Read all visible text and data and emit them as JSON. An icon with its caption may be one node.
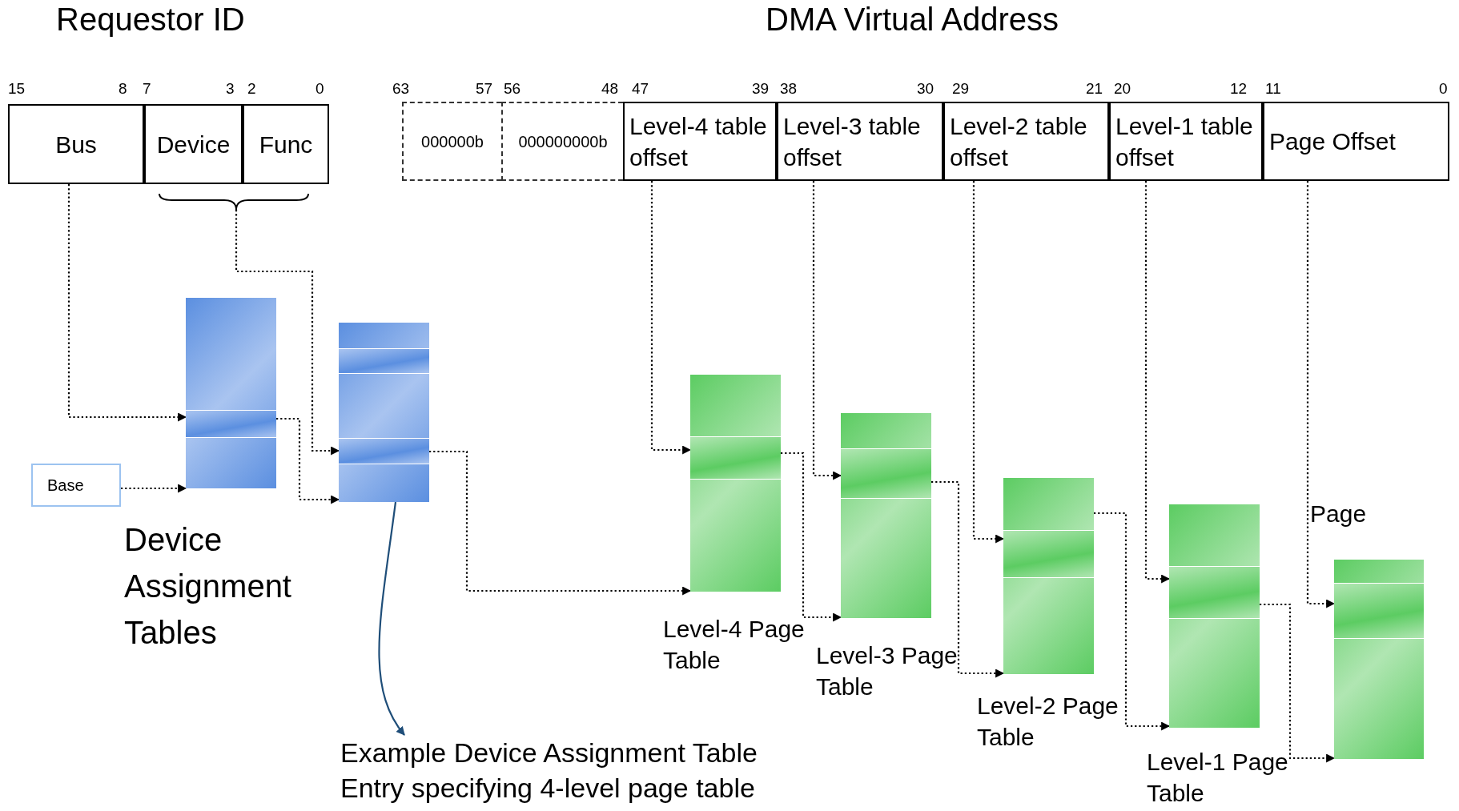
{
  "diagram": {
    "nodes": [
      {
        "text": [
          "Bus"
        ]
      },
      {
        "text": [
          "Device"
        ]
      },
      {
        "text": [
          "Func"
        ]
      },
      {
        "text": [
          "000000b"
        ]
      },
      {
        "text": [
          "000000000b"
        ]
      },
      {
        "text": [
          "Level-4 table offset"
        ]
      },
      {
        "text": [
          "Level-3 table offset"
        ]
      },
      {
        "text": [
          "Level-2 table offset"
        ]
      },
      {
        "text": [
          "Level-1 table offset"
        ]
      },
      {
        "text": [
          "Page Offset"
        ]
      },
      {
        "text": [
          "Base"
        ]
      },
      {
        "text": [],
        "shape": "box",
        "beside": [
          "Device Assignment Tables"
        ]
      },
      {
        "text": [],
        "shape": "box"
      },
      {
        "text": [],
        "shape": "box",
        "beside": [
          "Level-4 Page Table"
        ]
      },
      {
        "text": [],
        "shape": "box",
        "beside": [
          "Level-3 Page Table"
        ]
      },
      {
        "text": [],
        "shape": "box",
        "beside": [
          "Level-2 Page Table"
        ]
      },
      {
        "text": [],
        "shape": "box",
        "beside": [
          "Level-1 Page Table"
        ]
      },
      {
        "text": [],
        "shape": "box",
        "beside": [
          "Page"
        ]
      },
      {
        "text": [
          "Example Device Assignment Table Entry specifying 4-level page table"
        ]
      }
    ],
    "edges": [
      {
        "from": 0,
        "to": 11,
        "arrow": "to",
        "style": "dashed"
      },
      {
        "from": 1,
        "to": 12,
        "arrow": "to",
        "style": "dashed"
      },
      {
        "from": 2,
        "to": 12,
        "arrow": "to",
        "style": "dashed"
      },
      {
        "from": 10,
        "to": 11,
        "arrow": "to",
        "style": "dashed"
      },
      {
        "from": 11,
        "to": 12,
        "arrow": "to",
        "style": "dashed"
      },
      {
        "from": 12,
        "to": 13,
        "arrow": "to",
        "style": "dashed"
      },
      {
        "from": 5,
        "to": 13,
        "arrow": "to",
        "style": "dashed"
      },
      {
        "from": 13,
        "to": 14,
        "arrow": "to",
        "style": "dashed"
      },
      {
        "from": 6,
        "to": 14,
        "arrow": "to",
        "style": "dashed"
      },
      {
        "from": 14,
        "to": 15,
        "arrow": "to",
        "style": "dashed"
      },
      {
        "from": 7,
        "to": 15,
        "arrow": "to",
        "style": "dashed"
      },
      {
        "from": 15,
        "to": 16,
        "arrow": "to",
        "style": "dashed"
      },
      {
        "from": 8,
        "to": 16,
        "arrow": "to",
        "style": "dashed"
      },
      {
        "from": 16,
        "to": 17,
        "arrow": "to",
        "style": "dashed"
      },
      {
        "from": 9,
        "to": 17,
        "arrow": "to",
        "style": "dashed"
      },
      {
        "from": 12,
        "to": 18,
        "arrow": "to",
        "color": "#1f4e79"
      }
    ],
    "labels": [
      "Requestor ID",
      "DMA Virtual Address",
      "15",
      "8",
      "7",
      "3",
      "2",
      "0",
      "63",
      "57",
      "56",
      "48",
      "47",
      "39",
      "38",
      "30",
      "29",
      "21",
      "20",
      "12",
      "11",
      "0"
    ]
  }
}
